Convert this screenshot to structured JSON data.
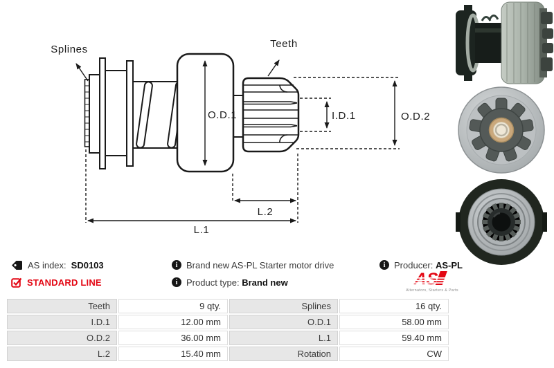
{
  "colors": {
    "accent_red": "#e30613",
    "line": "#1a1a1a",
    "table_label_bg": "#e7e7e7"
  },
  "diagram": {
    "labels": {
      "splines": "Splines",
      "teeth": "Teeth",
      "od1": "O.D.1",
      "id1": "I.D.1",
      "od2": "O.D.2",
      "l2": "L.2",
      "l1": "L.1"
    }
  },
  "info": {
    "as_index_label": "AS index:",
    "as_index_value": "SD0103",
    "standard_line": "STANDARD LINE",
    "description": "Brand new AS-PL Starter motor drive",
    "product_type_label": "Product type:",
    "product_type_value": "Brand new",
    "producer_label": "Producer:",
    "producer_value": "AS-PL",
    "logo_text": "AS",
    "logo_caption": "Alternators, Starters & Parts"
  },
  "icons": {
    "as_index": "tag-icon",
    "standard_line": "checked-checkbox-icon",
    "description": "info-icon",
    "product_type": "info-icon",
    "producer": "info-icon"
  },
  "spec_table": {
    "rows": [
      {
        "k1": "Teeth",
        "v1": "9 qty.",
        "k2": "Splines",
        "v2": "16 qty."
      },
      {
        "k1": "I.D.1",
        "v1": "12.00 mm",
        "k2": "O.D.1",
        "v2": "58.00 mm"
      },
      {
        "k1": "O.D.2",
        "v1": "36.00 mm",
        "k2": "L.1",
        "v2": "59.40 mm"
      },
      {
        "k1": "L.2",
        "v1": "15.40 mm",
        "k2": "Rotation",
        "v2": "CW"
      }
    ]
  }
}
